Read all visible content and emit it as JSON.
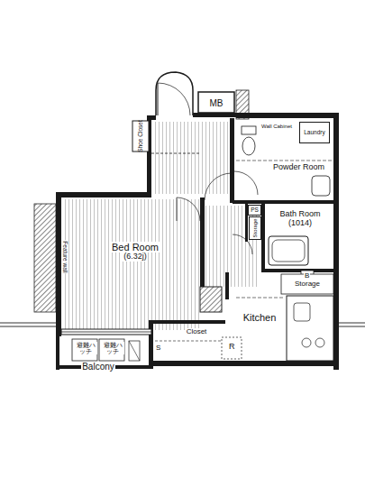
{
  "diagram": {
    "nodes": [
      {
        "text": [
          "MB"
        ]
      },
      {
        "text": [
          "Shoe Closet"
        ]
      },
      {
        "text": [
          "Powder Room"
        ]
      },
      {
        "text": [
          "Wall Cabinet"
        ],
        "in": 2
      },
      {
        "text": [
          "Laundry"
        ],
        "in": 2
      },
      {
        "text": [
          "PS"
        ]
      },
      {
        "text": [
          "Bath Room",
          "(1014)"
        ]
      },
      {
        "text": [
          "Storage"
        ]
      },
      {
        "text": [
          "Bed Room",
          "(6.32j)"
        ]
      },
      {
        "text": [
          "Storage"
        ]
      },
      {
        "text": [
          "Kitchen"
        ]
      },
      {
        "text": [
          "Closet"
        ]
      },
      {
        "text": [
          "Balcony"
        ]
      }
    ],
    "labels": [
      "Feature wall",
      "B",
      "R",
      "S",
      "避難ハッチ",
      "避難ハッチ"
    ]
  }
}
